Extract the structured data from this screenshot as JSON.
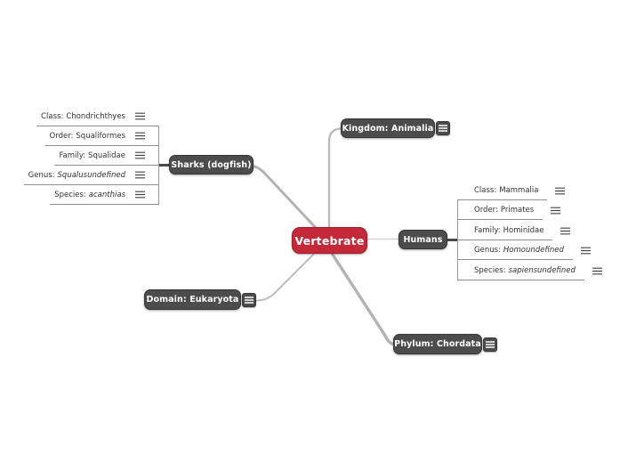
{
  "app": {
    "type": "mind-map"
  },
  "colors": {
    "center_node_red": "#c32939",
    "node_dark_gray": "#4c4c4c",
    "connector_gray": "#b5b5b5",
    "bracket_line_gray": "#8f8f8f",
    "row_text": "#333333"
  },
  "map": {
    "center": {
      "label": "Vertebrate"
    },
    "nodes": {
      "kingdom": {
        "label": "Kingdom: Animalia"
      },
      "domain": {
        "label": "Domain: Eukaryota"
      },
      "phylum": {
        "label": "Phylum: Chordata"
      },
      "sharks": {
        "label": "Sharks (dogfish)",
        "rows": [
          {
            "prefix": "Class:",
            "value": "Chondrichthyes"
          },
          {
            "prefix": "Order:",
            "value": "Squaliformes"
          },
          {
            "prefix": "Family:",
            "value": "Squalidae"
          },
          {
            "prefix": "Genus:",
            "value": "Squalusundefined"
          },
          {
            "prefix": "Species:",
            "value": "acanthias"
          }
        ]
      },
      "humans": {
        "label": "Humans",
        "rows": [
          {
            "prefix": "Class:",
            "value": "Mammalia"
          },
          {
            "prefix": "Order:",
            "value": "Primates"
          },
          {
            "prefix": "Family:",
            "value": "Hominidae"
          },
          {
            "prefix": "Genus:",
            "value": "Homoundefined"
          },
          {
            "prefix": "Species:",
            "value": "sapiensundefined"
          }
        ]
      }
    }
  }
}
